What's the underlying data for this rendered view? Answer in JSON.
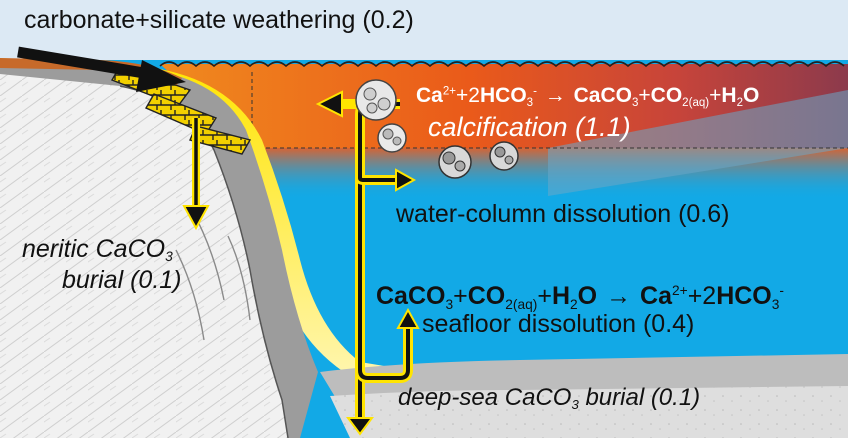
{
  "title": "carbonate+silicate weathering (0.2)",
  "calcification": "calcification (1.1)",
  "water_column_dissolution": "water-column dissolution (0.6)",
  "seafloor_dissolution": "seafloor dissolution (0.4)",
  "neritic_burial": {
    "line1_prefix": "neritic CaCO",
    "line1_sub": "3",
    "line2": "burial (0.1)"
  },
  "deep_sea_burial": {
    "prefix": "deep-sea CaCO",
    "sub": "3",
    "suffix": " burial (0.1)"
  },
  "eq_calcification": {
    "t1": "Ca",
    "t1_sup": "2+",
    "plus1": "+2",
    "t2": "HCO",
    "t2_sub": "3",
    "t2_sup": "-",
    "arrow": "→",
    "t3": "CaCO",
    "t3_sub": "3",
    "plus2": "+",
    "t4": "CO",
    "t4_sub": "2(aq)",
    "plus3": "+",
    "t5": "H",
    "t5_sub": "2",
    "t5_end": "O"
  },
  "eq_dissolution": {
    "t1": "CaCO",
    "t1_sub": "3",
    "plus1": "+",
    "t2": "CO",
    "t2_sub": "2(aq)",
    "plus2": "+",
    "t3": "H",
    "t3_sub": "2",
    "t3_end": "O",
    "arrow": "→",
    "t4": "Ca",
    "t4_sup": "2+",
    "plus3": "+2",
    "t5": "HCO",
    "t5_sub": "3",
    "t5_sup": "-"
  }
}
